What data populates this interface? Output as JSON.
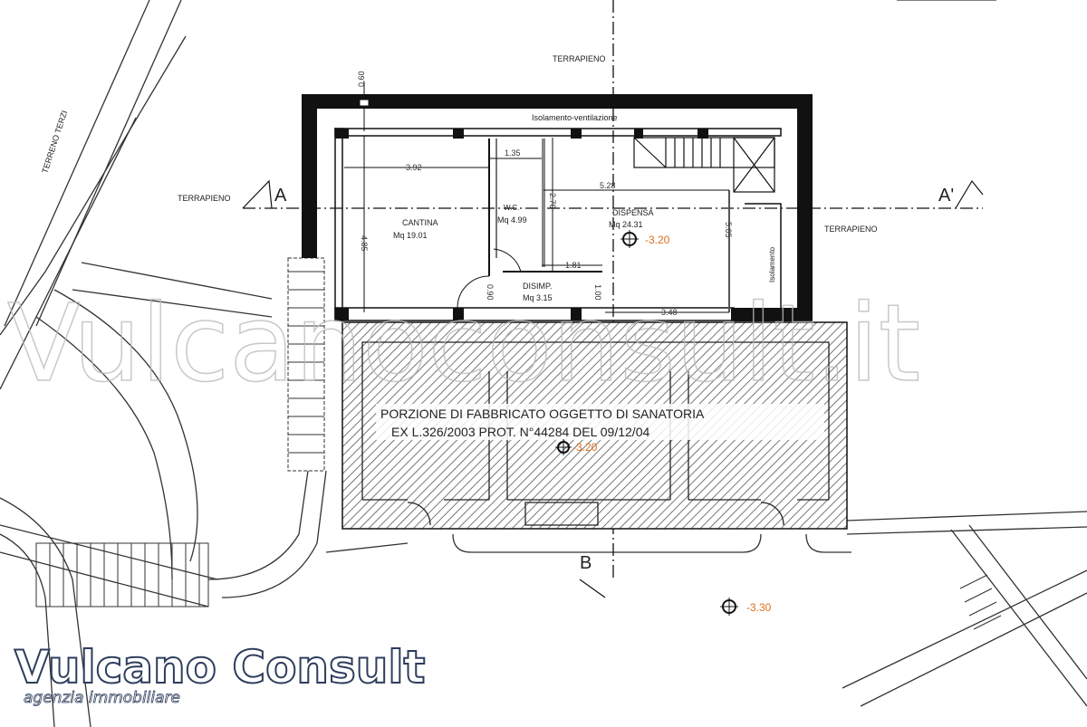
{
  "labels": {
    "terrapieno_top": "TERRAPIENO",
    "terrapieno_left": "TERRAPIENO",
    "terrapieno_right": "TERRAPIENO",
    "terreno_terzi": "TERRENO TERZI",
    "section_a": "A",
    "section_a_prime": "A'",
    "section_b": "B",
    "isolamento_ventilazione": "Isolamento-ventilazione",
    "isolamento": "Isolamento"
  },
  "rooms": [
    {
      "name": "CANTINA",
      "area": "Mq 19.01"
    },
    {
      "name": "W.C.",
      "area": "Mq 4.99"
    },
    {
      "name": "DISPENSA",
      "area": "Mq 24.31"
    },
    {
      "name": "DISIMP.",
      "area": "Mq 3.15"
    }
  ],
  "dimensions": {
    "d060": "0.60",
    "d392": "3.92",
    "d135": "1.35",
    "d528": "5.28",
    "d485": "4.85",
    "d270": "2.70",
    "d505": "5.05",
    "d181": "1.81",
    "d100": "1.00",
    "d090": "0.90",
    "d348": "3.48"
  },
  "levels": {
    "dispensa": "-3.20",
    "sanatoria": "-3.20",
    "outside": "-3.30"
  },
  "sanatoria": {
    "line1": "PORZIONE DI FABBRICATO OGGETTO DI SANATORIA",
    "line2": "EX L.326/2003 PROT. N°44284 DEL 09/12/04"
  },
  "watermark": "Vulcanoconsult.it",
  "logo": {
    "title": "Vulcano Consult",
    "subtitle": "agenzia immobiliare"
  },
  "colors": {
    "wall": "#111111",
    "level": "#e0701c",
    "logo_stroke": "#2d3d5c"
  }
}
